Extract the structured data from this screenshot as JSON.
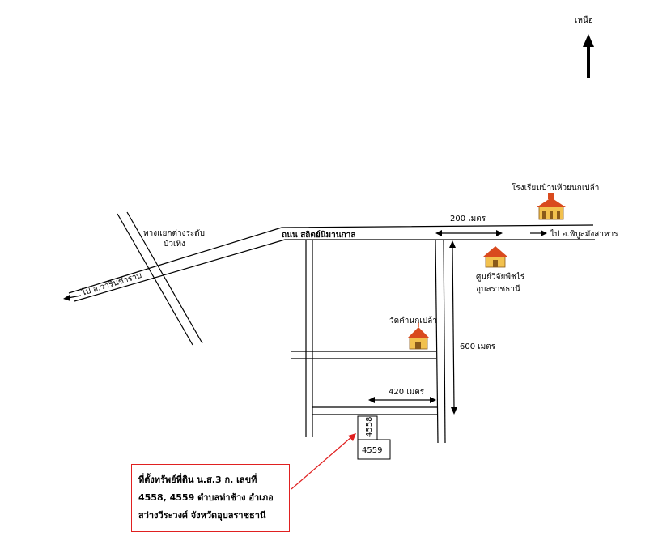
{
  "north_label": "เหนือ",
  "roads": {
    "main_road_name": "ถนน สถิตย์นิมานกาล",
    "intersection_line1": "ทางแยกต่างระดับ",
    "intersection_line2": "บัวเทิง",
    "to_west": "ไป อ.วารินชำราบ",
    "to_east": "ไป อ.พิบูลมังสาหาร"
  },
  "distances": {
    "d200": "200 เมตร",
    "d600": "600 เมตร",
    "d420": "420 เมตร"
  },
  "landmarks": {
    "school": "โรงเรียนบ้านห้วยนกเปล้า",
    "research_line1": "ศูนย์วิจัยพืชไร่",
    "research_line2": "อุบลราชธานี",
    "temple": "วัดคำนกเปล้า"
  },
  "lots": {
    "lot_a": "4558",
    "lot_b": "4559"
  },
  "callout": {
    "line1": "ที่ตั้งทรัพย์ที่ดิน น.ส.3 ก. เลขที่",
    "line2": "4558, 4559 ตำบลท่าช้าง อำเภอ",
    "line3": "สว่างวีระวงศ์ จังหวัดอุบลราชธานี"
  },
  "colors": {
    "callout_border": "#e02020",
    "building_roof": "#d94a1e",
    "building_wall": "#f2c14e"
  }
}
